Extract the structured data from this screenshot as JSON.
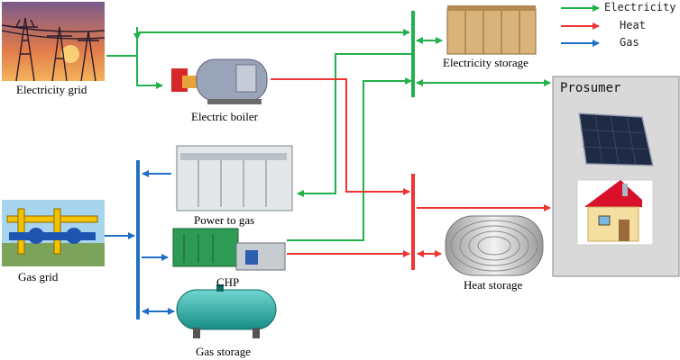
{
  "legend": [
    {
      "label": "Electricity",
      "color": "#22b04b"
    },
    {
      "label": "Heat",
      "color": "#ee3333"
    },
    {
      "label": "Gas",
      "color": "#1f6fc4"
    }
  ],
  "nodes": {
    "electricity_grid": "Electricity grid",
    "electric_boiler": "Electric boiler",
    "electricity_storage": "Electricity storage",
    "gas_grid": "Gas grid",
    "power_to_gas": "Power to gas",
    "chp": "CHP",
    "gas_storage": "Gas storage",
    "heat_storage": "Heat storage",
    "prosumer": "Prosumer"
  },
  "colors": {
    "electricity": "#22b04b",
    "heat": "#ee3333",
    "gas": "#1f6fc4",
    "prosumer_bg": "#d9d9d9"
  }
}
